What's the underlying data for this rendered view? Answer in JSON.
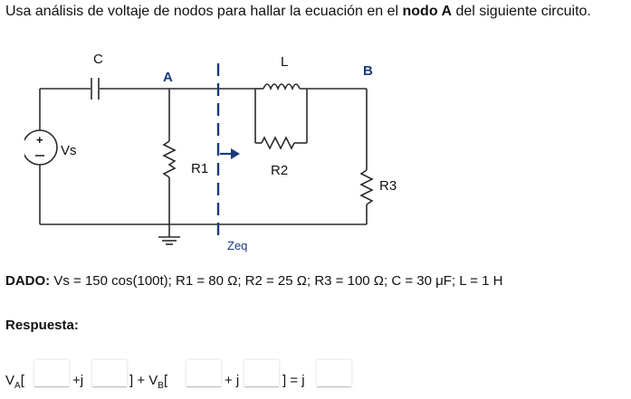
{
  "question": {
    "part1": "Usa análisis de voltaje de nodos para hallar la ecuación en el ",
    "bold": "nodo A",
    "part2": " del siguiente circuito."
  },
  "circuit": {
    "labels": {
      "capacitor": "C",
      "inductor": "L",
      "node_a": "A",
      "node_b": "B",
      "source_sign": "+",
      "source": "Vs",
      "r1": "R1",
      "r2": "R2",
      "r3": "R3",
      "zeq": "Zeq"
    },
    "colors": {
      "wire": "#2b2b2b",
      "node_label": "#1a3a7a",
      "zeq_line": "#1a3a7a"
    }
  },
  "given": {
    "label": "DADO:",
    "text": " Vs = 150 cos(100t); R1 = 80 Ω; R2 = 25 Ω; R3 = 100 Ω; C = 30 μF; L = 1 H"
  },
  "answer": {
    "title": "Respuesta:",
    "va_prefix": "V",
    "va_sub": "A",
    "va_open": "[",
    "plus_j_1": "+j",
    "close_plus_vb": "] + V",
    "vb_sub": "B",
    "vb_open": "[",
    "plus_j_2": "+ j",
    "close_eq_j": "] = j"
  }
}
